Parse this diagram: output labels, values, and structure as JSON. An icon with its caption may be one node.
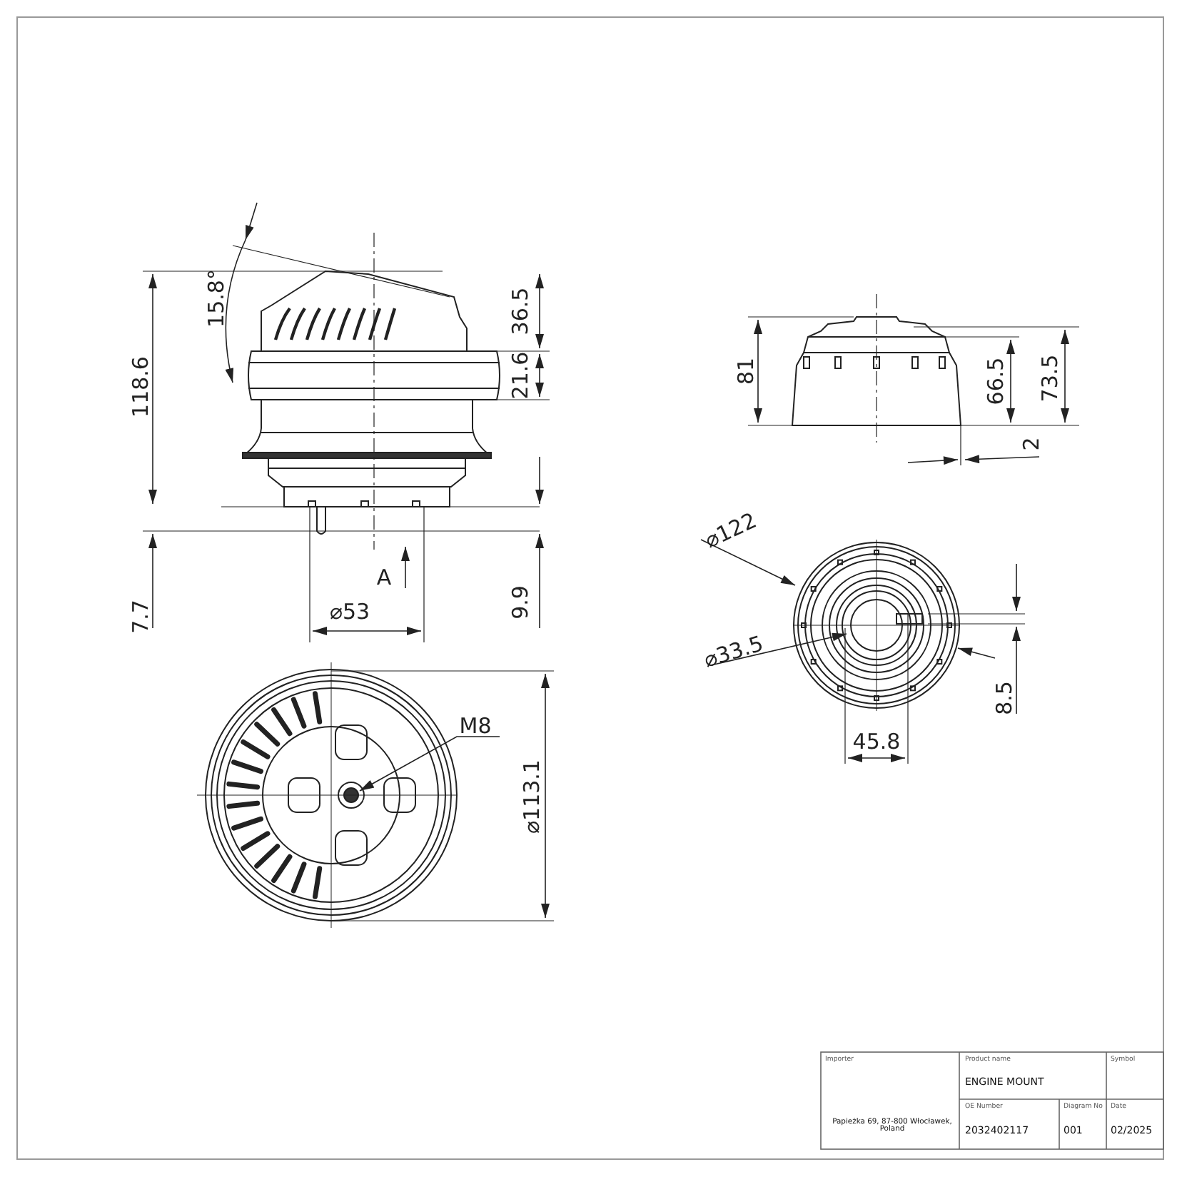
{
  "diagram": {
    "labels": [
      "15.8°",
      "36.5",
      "118.6",
      "21.6",
      "7.7",
      "A",
      "9.9",
      "⌀53",
      "81",
      "66.5",
      "73.5",
      "2",
      "⌀122",
      "⌀33.5",
      "8.5",
      "45.8",
      "M8",
      "⌀113.1",
      "Importer",
      "Papieżka 69, 87-800 Włocławek, Poland",
      "Product name",
      "ENGINE MOUNT",
      "Symbol",
      "OE Number",
      "2032402117",
      "Diagram No",
      "001",
      "Date",
      "02/2025"
    ]
  }
}
